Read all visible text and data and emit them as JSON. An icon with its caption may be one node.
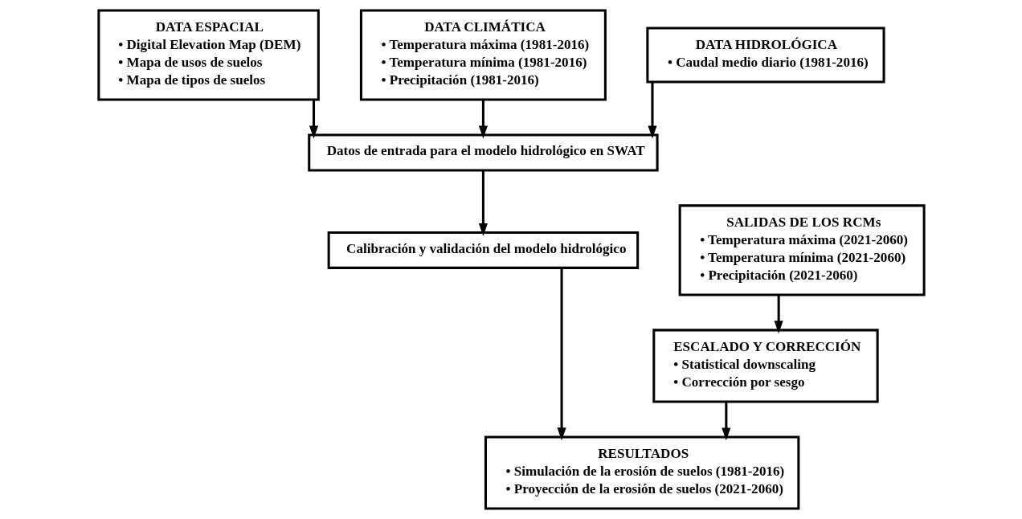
{
  "diagram": {
    "nodes": [
      {
        "text": [
          "DATA ESPACIAL",
          "• Digital Elevation Map (DEM)",
          "• Mapa de usos de suelos",
          "• Mapa de tipos de suelos"
        ]
      },
      {
        "text": [
          "DATA CLIMÁTICA",
          "• Temperatura máxima (1981-2016)",
          "• Temperatura mínima (1981-2016)",
          "• Precipitación (1981-2016)"
        ]
      },
      {
        "text": [
          "DATA HIDROLÓGICA",
          "• Caudal medio diario (1981-2016)"
        ]
      },
      {
        "text": [
          "Datos de entrada para el modelo hidrológico en SWAT"
        ]
      },
      {
        "text": [
          "Calibración y validación del modelo hidrológico"
        ]
      },
      {
        "text": [
          "SALIDAS DE LOS RCMs",
          "• Temperatura máxima (2021-2060)",
          "• Temperatura mínima (2021-2060)",
          "• Precipitación (2021-2060)"
        ]
      },
      {
        "text": [
          "ESCALADO Y CORRECCIÓN",
          "• Statistical downscaling",
          "• Corrección por sesgo"
        ]
      },
      {
        "text": [
          "RESULTADOS",
          "• Simulación de la erosión de suelos (1981-2016)",
          "• Proyección de la erosión de suelos (2021-2060)"
        ]
      }
    ],
    "edges": [
      {
        "from": 0,
        "to": 3,
        "arrow": "to"
      },
      {
        "from": 1,
        "to": 3,
        "arrow": "to"
      },
      {
        "from": 2,
        "to": 3,
        "arrow": "to"
      },
      {
        "from": 3,
        "to": 4,
        "arrow": "to"
      },
      {
        "from": 4,
        "to": 7,
        "arrow": "to"
      },
      {
        "from": 5,
        "to": 6,
        "arrow": "to"
      },
      {
        "from": 6,
        "to": 7,
        "arrow": "to"
      }
    ]
  }
}
